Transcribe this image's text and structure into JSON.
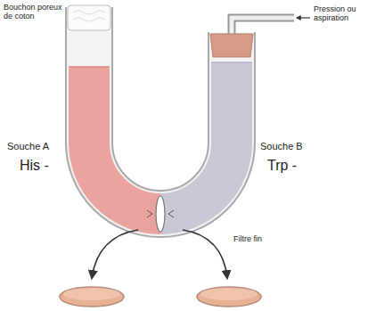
{
  "diagram": {
    "labels": [
      "Bouchon poreux de coton",
      "Pression ou aspiration",
      "Souche A",
      "His -",
      "Souche B",
      "Trp -",
      "Filtre fin"
    ]
  }
}
